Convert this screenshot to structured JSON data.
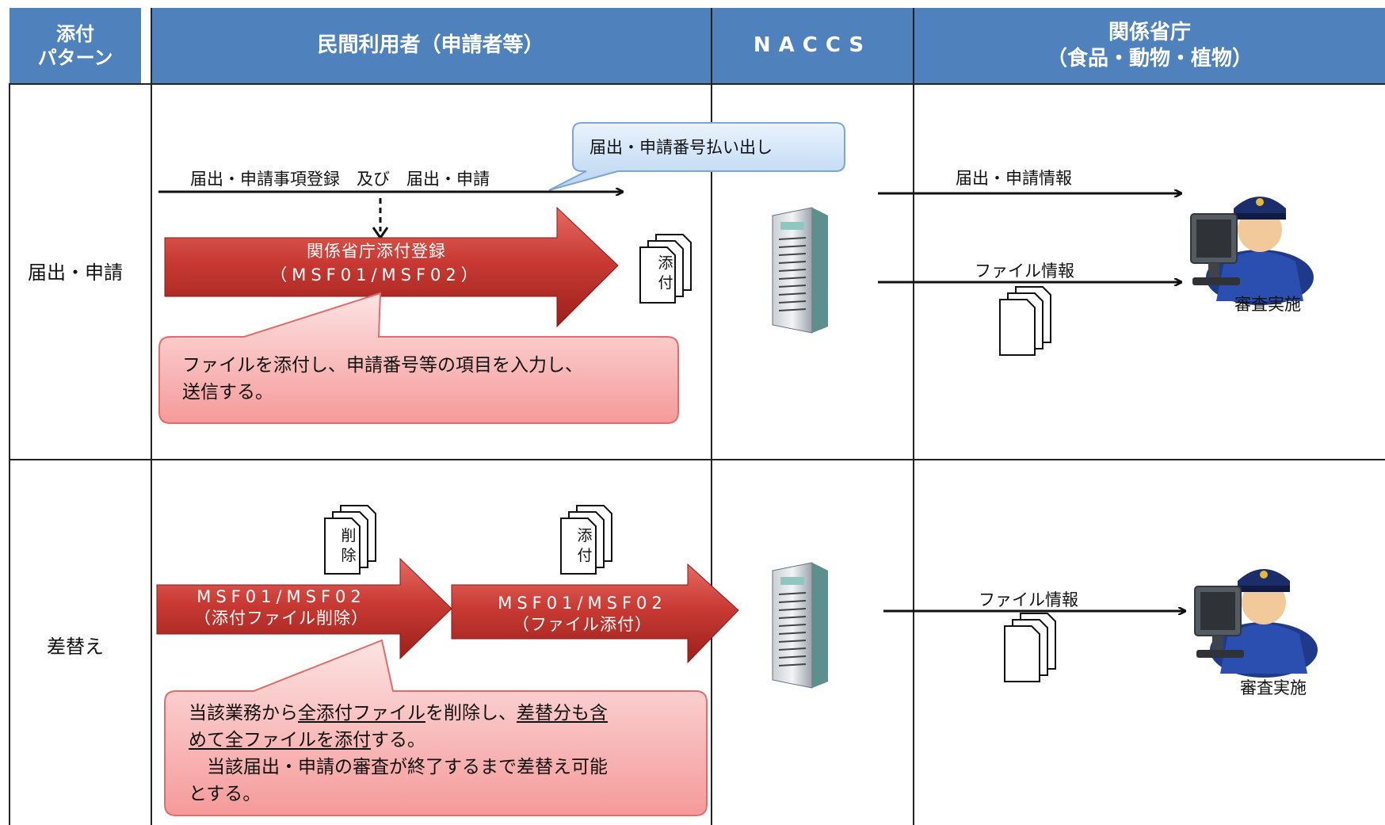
{
  "colors": {
    "header_bg": "#4f81bd",
    "header_text": "#ffffff",
    "red_arrow": "#c0302e",
    "callout_red": "#f7b2b2",
    "callout_blue": "#cfe3f7"
  },
  "headers": {
    "pattern_line1": "添付",
    "pattern_line2": "パターン",
    "private_user": "民間利用者（申請者等）",
    "naccs": "NACCS",
    "ministry_line1": "関係省庁",
    "ministry_line2": "（食品・動物・植物）"
  },
  "row1": {
    "label": "届出・申請",
    "arrow_text": "届出・申請事項登録　及び　届出・申請",
    "blue_callout": "届出・申請番号払い出し",
    "red_arrow_line1": "関係省庁添付登録",
    "red_arrow_line2": "（MSF01/MSF02）",
    "doc_chars": [
      "添",
      "付"
    ],
    "callout_line1": "ファイルを添付し、申請番号等の項目を入力し、",
    "callout_line2": "送信する。",
    "info_arrow_1": "届出・申請情報",
    "info_arrow_2": "ファイル情報",
    "officer_label": "審査実施",
    "icons": [
      "server-icon",
      "officer-icon",
      "document-stack-icon"
    ]
  },
  "row2": {
    "label": "差替え",
    "doc1_chars": [
      "削",
      "除"
    ],
    "doc2_chars": [
      "添",
      "付"
    ],
    "arrow1_line1": "MSF01/MSF02",
    "arrow1_line2": "（添付ファイル削除）",
    "arrow2_line1": "MSF01/MSF02",
    "arrow2_line2": "（ファイル添付）",
    "callout_p1_a": "当該業務から",
    "callout_p1_b": "全添付ファイル",
    "callout_p1_c": "を削除し、",
    "callout_p1_d": "差替分も含",
    "callout_p1_e": "めて全ファイルを添付",
    "callout_p1_f": "する。",
    "callout_p2_line1": "　当該届出・申請の審査が終了するまで差替え可能",
    "callout_p2_line2": "とする。",
    "info_arrow": "ファイル情報",
    "officer_label": "審査実施"
  }
}
